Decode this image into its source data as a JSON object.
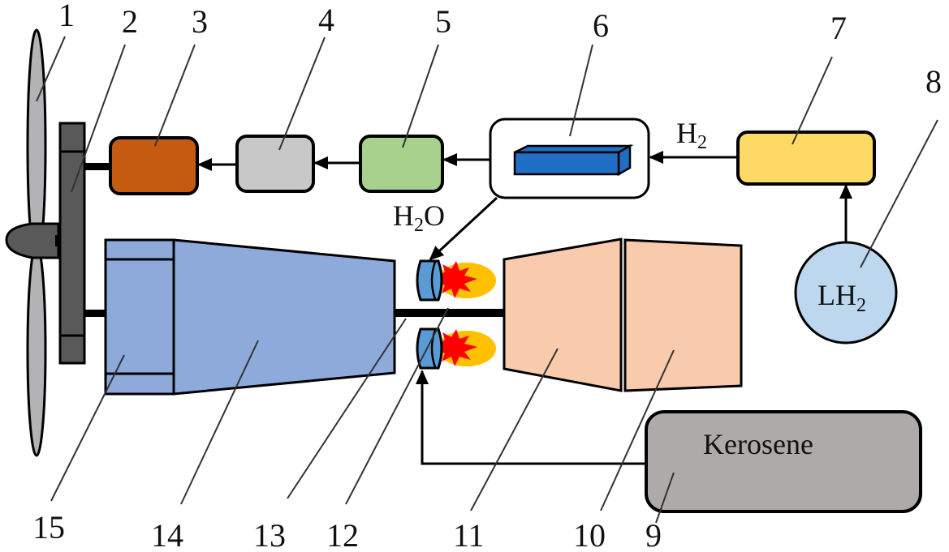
{
  "diagram": {
    "type": "hybrid hydrogen fuel-cell / kerosene turboprop propulsion schematic",
    "colors": {
      "propeller_blade": "#b3b2b5",
      "gearbox": "#595959",
      "component_3": "#c55a11",
      "component_4": "#c8c8c8",
      "component_5": "#a9d18e",
      "component_6_block": "#1f6fc4",
      "component_7": "#ffd966",
      "lh2_tank": "#bdd7ee",
      "compressor_low": "#8eaadb",
      "turbine": "#f8cbad",
      "combustor": "#5b9bd5",
      "flame_outer": "#ffc000",
      "flame_inner": "#ff0000",
      "kerosene_tank": "#aeaaaa"
    },
    "text_labels": {
      "h2": "H",
      "h2_sub": "2",
      "h2o_h": "H",
      "h2o_sub": "2",
      "h2o_o": "O",
      "lh2_main": "LH",
      "lh2_sub": "2",
      "kerosene": "Kerosene"
    },
    "callouts": [
      {
        "id": "1",
        "number": "1",
        "target": "propeller blade"
      },
      {
        "id": "2",
        "number": "2",
        "target": "gearbox"
      },
      {
        "id": "3",
        "number": "3",
        "target": "orange component"
      },
      {
        "id": "4",
        "number": "4",
        "target": "grey component"
      },
      {
        "id": "5",
        "number": "5",
        "target": "green component"
      },
      {
        "id": "6",
        "number": "6",
        "target": "fuel cell stack housing"
      },
      {
        "id": "7",
        "number": "7",
        "target": "yellow component"
      },
      {
        "id": "8",
        "number": "8",
        "target": "LH2 tank"
      },
      {
        "id": "9",
        "number": "9",
        "target": "kerosene tank"
      },
      {
        "id": "10",
        "number": "10",
        "target": "turbine stage"
      },
      {
        "id": "11",
        "number": "11",
        "target": "turbine stage"
      },
      {
        "id": "12",
        "number": "12",
        "target": "combustor"
      },
      {
        "id": "13",
        "number": "13",
        "target": "shaft"
      },
      {
        "id": "14",
        "number": "14",
        "target": "compressor"
      },
      {
        "id": "15",
        "number": "15",
        "target": "low-pressure compressor"
      }
    ],
    "flows": [
      {
        "from": "7",
        "to": "6",
        "label": "H2"
      },
      {
        "from": "8",
        "to": "7",
        "label": ""
      },
      {
        "from": "6",
        "to": "5",
        "label": ""
      },
      {
        "from": "5",
        "to": "4",
        "label": ""
      },
      {
        "from": "4",
        "to": "3",
        "label": ""
      },
      {
        "from": "6",
        "to": "12",
        "label": "H2O"
      },
      {
        "from": "9",
        "to": "12",
        "label": ""
      }
    ]
  }
}
